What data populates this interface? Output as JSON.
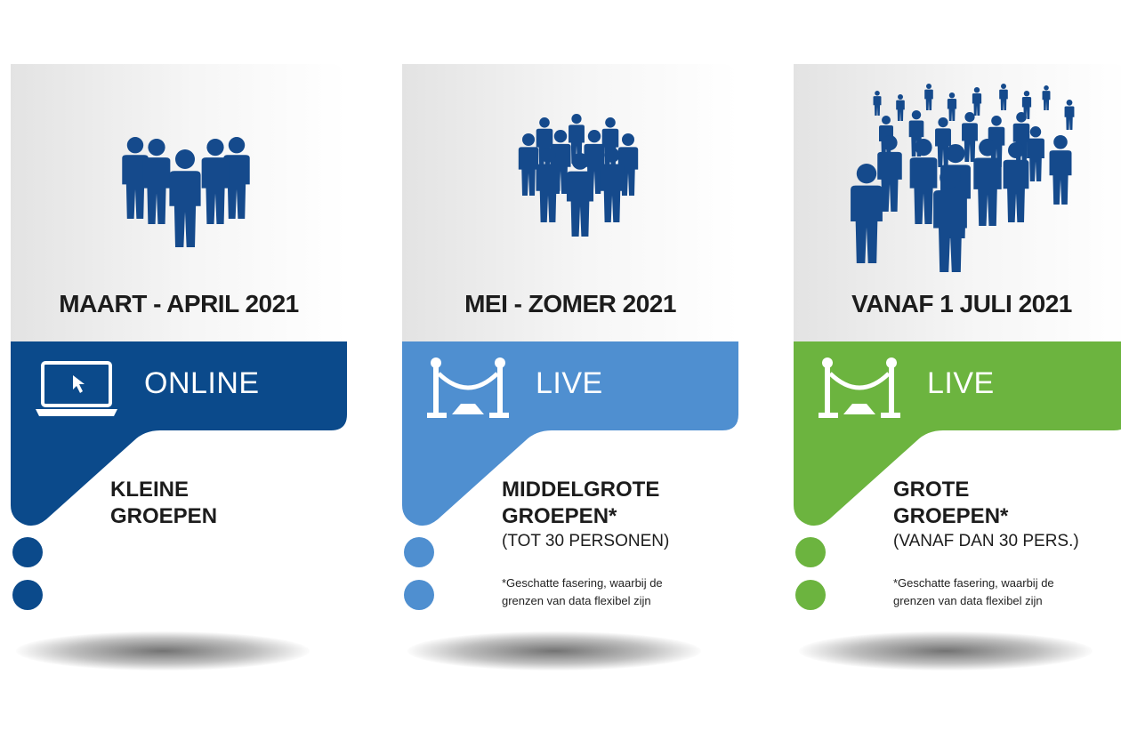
{
  "colors": {
    "crowd": "#154a8c",
    "card1_accent": "#0b4a8b",
    "card2_accent": "#4f8fd0",
    "card3_accent": "#6cb43f"
  },
  "cards": [
    {
      "date": "MAART - APRIL 2021",
      "mode": "ONLINE",
      "mode_icon": "laptop-icon",
      "title_line1": "KLEINE",
      "title_line2": "GROEPEN",
      "subtitle": "",
      "note_line1": "",
      "note_line2": ""
    },
    {
      "date": "MEI - ZOMER 2021",
      "mode": "LIVE",
      "mode_icon": "stanchion-rope-icon",
      "title_line1": "MIDDELGROTE",
      "title_line2": "GROEPEN*",
      "subtitle": "(TOT 30 PERSONEN)",
      "note_line1": "*Geschatte fasering, waarbij de",
      "note_line2": "grenzen van data flexibel zijn"
    },
    {
      "date": "VANAF 1 JULI 2021",
      "mode": "LIVE",
      "mode_icon": "stanchion-rope-icon",
      "title_line1": "GROTE",
      "title_line2": "GROEPEN*",
      "subtitle": "(VANAF DAN 30 PERS.)",
      "note_line1": "*Geschatte fasering, waarbij de",
      "note_line2": "grenzen van data flexibel zijn"
    }
  ]
}
